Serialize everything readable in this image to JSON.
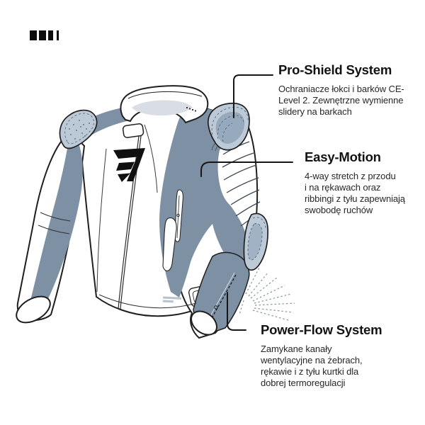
{
  "brand_logo": {
    "type": "four-bars-mark"
  },
  "illustration": {
    "name": "motorcycle-jacket-technical-drawing",
    "colors": {
      "panel_slate": "#7D90A4",
      "pad_light": "#BCC9D7",
      "pad_shade": "#97A9BC",
      "outline": "#1F1F1F",
      "base": "#FFFFFF"
    }
  },
  "callouts": [
    {
      "id": "pro-shield",
      "title": "Pro-Shield System",
      "description": "Ochraniacze łokci i barków CE-\nLevel 2. Zewnętrzne wymienne\nslidery na barkach"
    },
    {
      "id": "easy-motion",
      "title": "Easy-Motion",
      "description": "4-way stretch z przodu\ni na rękawach oraz\nribbingi z tyłu zapewniają\nswobodę ruchów"
    },
    {
      "id": "power-flow",
      "title": "Power-Flow System",
      "description": "Zamykane kanały\nwentylacyjne na żebrach,\nrękawie i z tyłu kurtki dla\ndobrej termoregulacji"
    }
  ]
}
